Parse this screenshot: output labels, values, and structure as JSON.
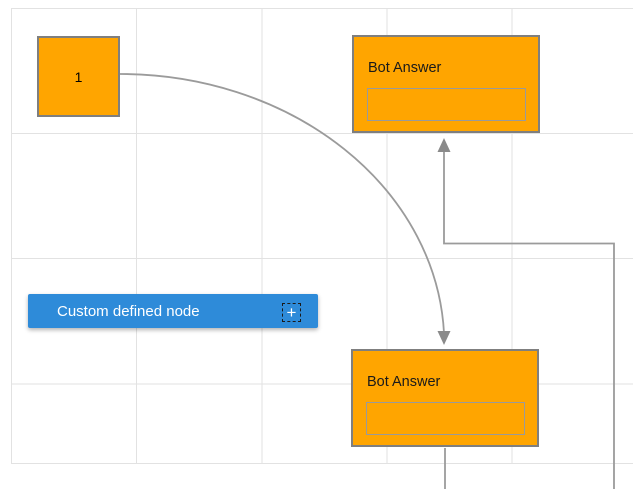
{
  "canvas": {
    "nodes": {
      "start": {
        "label": "1"
      },
      "bot_answer_top": {
        "title": "Bot Answer"
      },
      "bot_answer_bottom": {
        "title": "Bot Answer"
      },
      "custom": {
        "label": "Custom defined node"
      }
    },
    "icons": {
      "plus": "+"
    }
  },
  "theme": {
    "node-fill": "#FFA500",
    "node-border": "#7F7F7F",
    "inner-border": "#9A9A9A",
    "accent-blue": "#2E8BD9",
    "grid-line": "#E2E2E2",
    "connector": "#9B9B9B",
    "arrow": "#8A8A8A"
  }
}
